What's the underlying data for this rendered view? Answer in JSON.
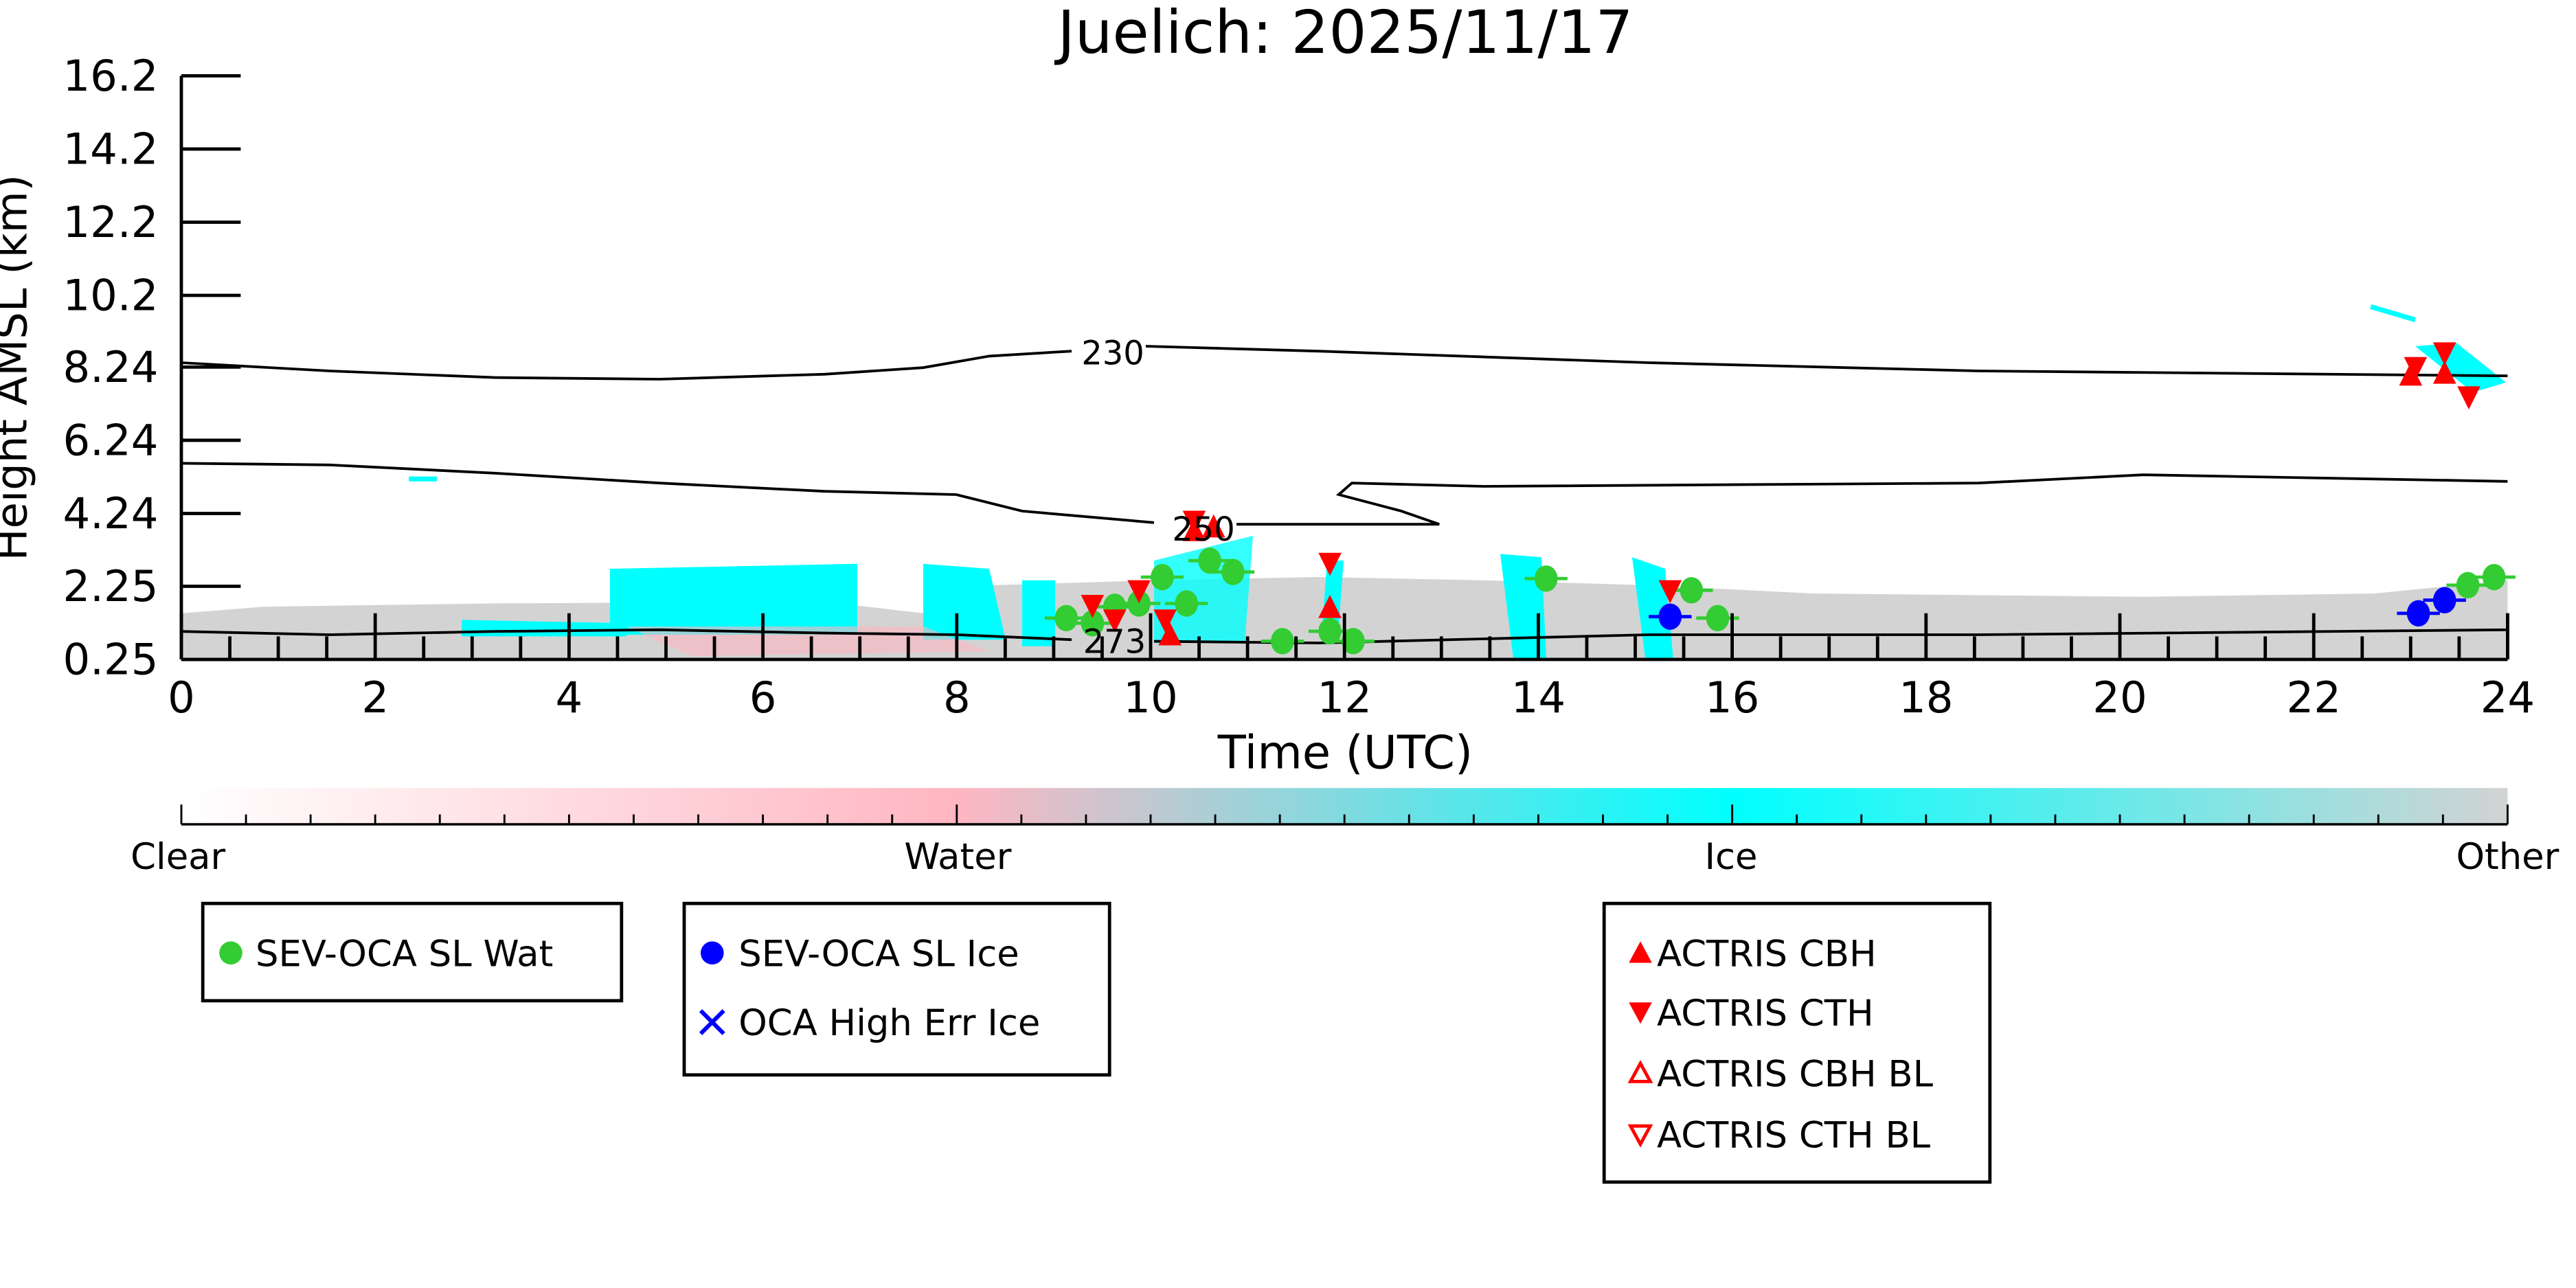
{
  "chart_data": {
    "type": "scatter",
    "title": "Juelich: 2025/11/17",
    "xlabel": "Time (UTC)",
    "ylabel": "Height AMSL (km)",
    "xlim": [
      0,
      24
    ],
    "ylim": [
      0.25,
      16.2
    ],
    "xticks": [
      "0",
      "2",
      "4",
      "6",
      "8",
      "10",
      "12",
      "14",
      "16",
      "18",
      "20",
      "22",
      "24"
    ],
    "yticks": [
      {
        "v": 0.25,
        "label": "0.25"
      },
      {
        "v": 2.25,
        "label": "2.25"
      },
      {
        "v": 4.24,
        "label": "4.24"
      },
      {
        "v": 6.24,
        "label": "6.24"
      },
      {
        "v": 8.24,
        "label": "8.24"
      },
      {
        "v": 10.2,
        "label": "10.2"
      },
      {
        "v": 12.2,
        "label": "12.2"
      },
      {
        "v": 14.2,
        "label": "14.2"
      },
      {
        "v": 16.2,
        "label": "16.2"
      }
    ],
    "contour_labels": [
      "230",
      "250",
      "273"
    ],
    "colorbar": {
      "labels": [
        "Clear",
        "Water",
        "Ice",
        "Other"
      ],
      "colors": [
        "#ffffff",
        "#ffb6c1",
        "#00ffff",
        "#d3d3d3"
      ]
    },
    "series": [
      {
        "name": "SEV-OCA SL Wat",
        "marker": "circle",
        "color": "#33cc33",
        "points": [
          [
            9.13,
            1.38
          ],
          [
            9.4,
            1.24
          ],
          [
            9.63,
            1.69
          ],
          [
            9.88,
            1.78
          ],
          [
            10.12,
            2.5
          ],
          [
            10.37,
            1.78
          ],
          [
            10.61,
            2.95
          ],
          [
            10.85,
            2.64
          ],
          [
            11.36,
            0.75
          ],
          [
            11.85,
            1.02
          ],
          [
            12.09,
            0.75
          ],
          [
            14.08,
            2.46
          ],
          [
            15.58,
            2.14
          ],
          [
            15.85,
            1.38
          ],
          [
            23.59,
            2.28
          ],
          [
            23.86,
            2.5
          ]
        ]
      },
      {
        "name": "SEV-OCA SL Ice",
        "marker": "circle",
        "color": "#0000ff",
        "points": [
          [
            15.36,
            1.42
          ],
          [
            23.08,
            1.51
          ],
          [
            23.35,
            1.87
          ]
        ]
      },
      {
        "name": "OCA High Err Ice",
        "marker": "x",
        "color": "#0000ff",
        "points": []
      },
      {
        "name": "ACTRIS CBH",
        "marker": "triangle-up",
        "color": "#ff0000",
        "points": [
          [
            10.2,
            0.95
          ],
          [
            10.45,
            3.8
          ],
          [
            10.65,
            3.9
          ],
          [
            11.85,
            1.7
          ],
          [
            23.0,
            8.05
          ],
          [
            23.35,
            8.1
          ]
        ]
      },
      {
        "name": "ACTRIS CTH",
        "marker": "triangle-down",
        "color": "#ff0000",
        "points": [
          [
            9.4,
            1.7
          ],
          [
            9.63,
            1.3
          ],
          [
            9.88,
            2.1
          ],
          [
            10.15,
            1.3
          ],
          [
            10.45,
            4.0
          ],
          [
            11.85,
            2.85
          ],
          [
            15.36,
            2.1
          ],
          [
            23.05,
            8.2
          ],
          [
            23.35,
            8.6
          ],
          [
            23.6,
            7.4
          ]
        ]
      },
      {
        "name": "ACTRIS CBH BL",
        "marker": "triangle-up-open",
        "color": "#ff0000",
        "points": []
      },
      {
        "name": "ACTRIS CTH BL",
        "marker": "triangle-down-open",
        "color": "#ff0000",
        "points": []
      }
    ]
  }
}
